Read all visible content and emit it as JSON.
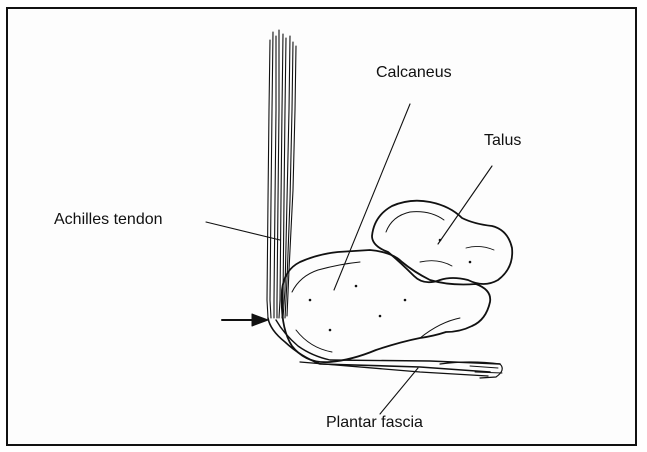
{
  "labels": {
    "calcaneus": "Calcaneus",
    "talus": "Talus",
    "achilles": "Achilles tendon",
    "plantar": "Plantar fascia"
  },
  "colors": {
    "ink": "#111111",
    "background": "#fdfdfd",
    "border": "#111111"
  },
  "icons": {
    "force_arrow": "right-arrow"
  }
}
